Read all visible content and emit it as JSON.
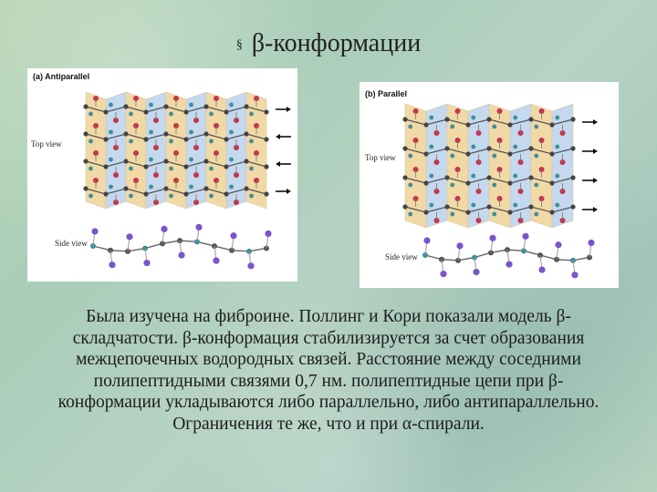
{
  "slide": {
    "bullet": "§",
    "title": "β-конформации"
  },
  "figure_a": {
    "label": "(a) Antiparallel",
    "top_view": "Top view",
    "side_view": "Side view"
  },
  "figure_b": {
    "label": "(b) Parallel",
    "top_view": "Top view",
    "side_view": "Side view"
  },
  "body": {
    "lines": [
      "Была изучена на фиброине. Поллинг и Кори показали модель β-",
      "складчатости. β-конформация стабилизируется за счет образования",
      "межцепочечных водородных связей. Расстояние между соседними",
      "полипептидными связями 0,7 нм. полипептидные цепи при β-",
      "конформации укладываются либо параллельно, либо антипараллельно.",
      "Ограничения те же, что и при α-спирали."
    ]
  },
  "colors": {
    "sheet_tan": "#f1d9a5",
    "sheet_blue": "#c4d8ee",
    "atom_red": "#c8324a",
    "atom_teal": "#3e8e9c",
    "atom_purple": "#7a55c9"
  }
}
